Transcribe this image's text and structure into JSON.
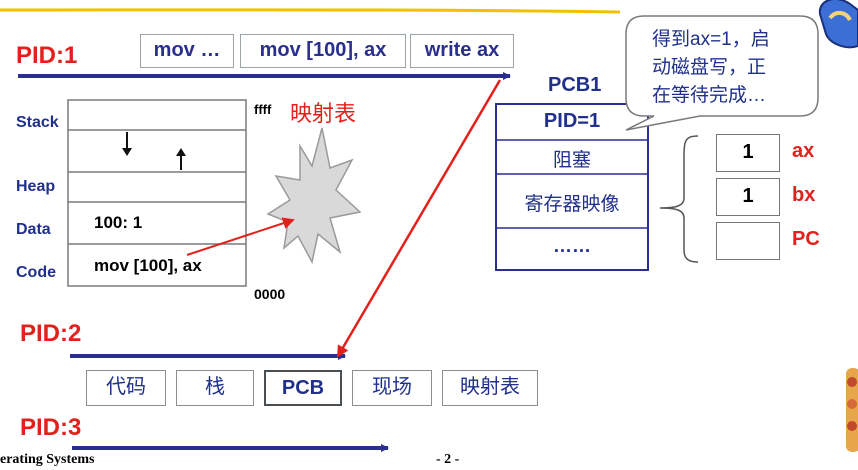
{
  "processes": {
    "pid1": "PID:1",
    "pid2": "PID:2",
    "pid3": "PID:3"
  },
  "instructions": [
    "mov …",
    "mov [100], ax",
    "write ax"
  ],
  "memory": {
    "labels": {
      "stack": "Stack",
      "heap": "Heap",
      "data": "Data",
      "code": "Code"
    },
    "data_content": "100:  1",
    "code_content": "mov [100], ax",
    "addr_top": "ffff",
    "addr_bottom": "0000"
  },
  "mapping": {
    "label": "映射表"
  },
  "pcb": {
    "title": "PCB1",
    "fields": [
      "PID=1",
      "阻塞",
      "寄存器映像",
      "……"
    ]
  },
  "callout": {
    "lines": [
      "得到ax=1，启",
      "动磁盘写，正",
      "在等待完成…"
    ]
  },
  "registers": [
    {
      "name": "ax",
      "value": "1"
    },
    {
      "name": "bx",
      "value": "1"
    },
    {
      "name": "PC",
      "value": ""
    }
  ],
  "context_items": [
    "代码",
    "栈",
    "PCB",
    "现场",
    "映射表"
  ],
  "footer": {
    "course": "erating Systems",
    "page": "- 2 -"
  },
  "colors": {
    "accent_red": "#e3201b",
    "arrow_blue": "#2a2f8f",
    "text_blue": "#20308c"
  }
}
